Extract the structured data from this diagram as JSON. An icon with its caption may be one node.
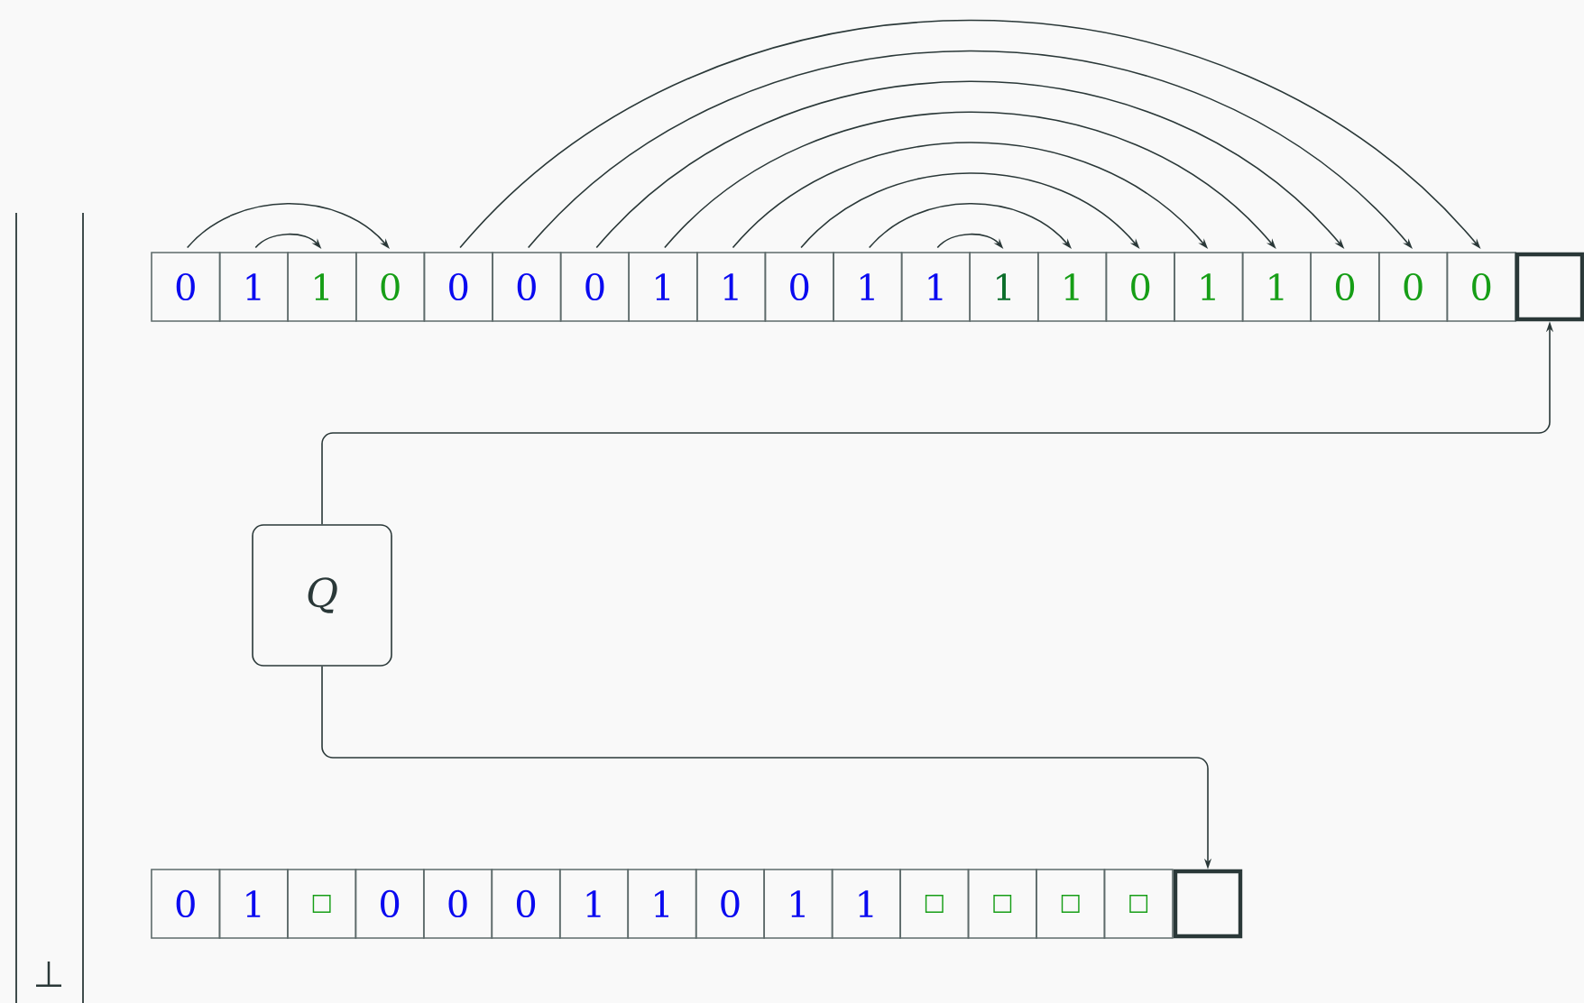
{
  "diagram": {
    "nodes": [
      {
        "text": [
          "0"
        ]
      },
      {
        "text": [
          "1"
        ]
      },
      {
        "text": [
          "1"
        ]
      },
      {
        "text": [
          "0"
        ]
      },
      {
        "text": [
          "0"
        ]
      },
      {
        "text": [
          "0"
        ]
      },
      {
        "text": [
          "0"
        ]
      },
      {
        "text": [
          "1"
        ]
      },
      {
        "text": [
          "1"
        ]
      },
      {
        "text": [
          "0"
        ]
      },
      {
        "text": [
          "1"
        ]
      },
      {
        "text": [
          "1"
        ]
      },
      {
        "text": [
          "1"
        ]
      },
      {
        "text": [
          "1"
        ]
      },
      {
        "text": [
          "0"
        ]
      },
      {
        "text": [
          "1"
        ]
      },
      {
        "text": [
          "1"
        ]
      },
      {
        "text": [
          "0"
        ]
      },
      {
        "text": [
          "0"
        ]
      },
      {
        "text": [
          "0"
        ]
      },
      {
        "text": [],
        "shape": "box"
      },
      {
        "text": [
          "Q"
        ]
      },
      {
        "text": [
          "0"
        ]
      },
      {
        "text": [
          "1"
        ]
      },
      {
        "text": [
          "□"
        ]
      },
      {
        "text": [
          "0"
        ]
      },
      {
        "text": [
          "0"
        ]
      },
      {
        "text": [
          "0"
        ]
      },
      {
        "text": [
          "1"
        ]
      },
      {
        "text": [
          "1"
        ]
      },
      {
        "text": [
          "0"
        ]
      },
      {
        "text": [
          "1"
        ]
      },
      {
        "text": [
          "1"
        ]
      },
      {
        "text": [
          "□"
        ]
      },
      {
        "text": [
          "□"
        ]
      },
      {
        "text": [
          "□"
        ]
      },
      {
        "text": [
          "□"
        ]
      },
      {
        "text": [],
        "shape": "box"
      }
    ],
    "edges": [
      {
        "from": 0,
        "to": 3,
        "arrow": "to"
      },
      {
        "from": 1,
        "to": 2,
        "arrow": "to"
      },
      {
        "from": 4,
        "to": 19,
        "arrow": "to"
      },
      {
        "from": 5,
        "to": 18,
        "arrow": "to"
      },
      {
        "from": 6,
        "to": 17,
        "arrow": "to"
      },
      {
        "from": 7,
        "to": 16,
        "arrow": "to"
      },
      {
        "from": 8,
        "to": 15,
        "arrow": "to"
      },
      {
        "from": 9,
        "to": 14,
        "arrow": "to"
      },
      {
        "from": 10,
        "to": 13,
        "arrow": "to"
      },
      {
        "from": 11,
        "to": 12,
        "arrow": "to"
      },
      {
        "from": 21,
        "to": 20,
        "arrow": "to"
      },
      {
        "from": 21,
        "to": 37,
        "arrow": "to"
      }
    ],
    "labels": [
      "⊥"
    ]
  }
}
